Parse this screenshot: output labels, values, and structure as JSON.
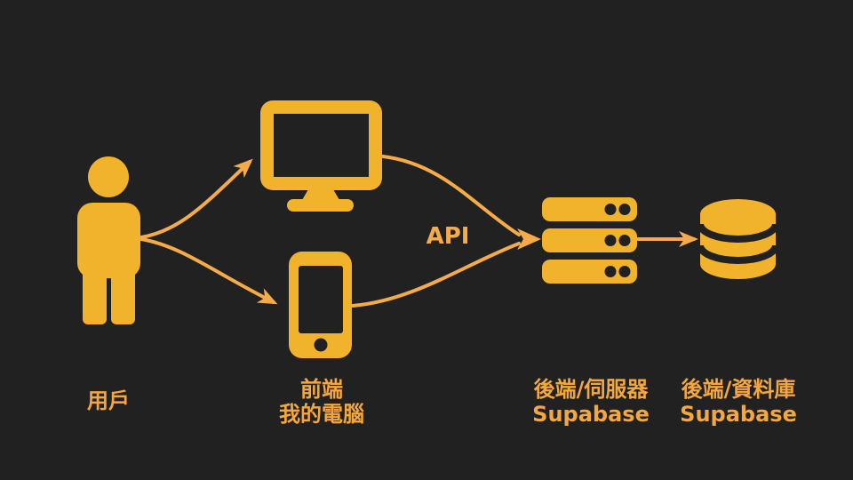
{
  "colors": {
    "bg": "#212121",
    "icon": "#F1B22C",
    "arrow": "#F6AB4A",
    "text": "#F3A73E"
  },
  "diagram": {
    "user": {
      "label": "用戶"
    },
    "frontend": {
      "line1": "前端",
      "line2": "我的電腦"
    },
    "server": {
      "line1": "後端/伺服器",
      "line2": "Supabase"
    },
    "database": {
      "line1": "後端/資料庫",
      "line2": "Supabase"
    },
    "api_label": "API"
  }
}
